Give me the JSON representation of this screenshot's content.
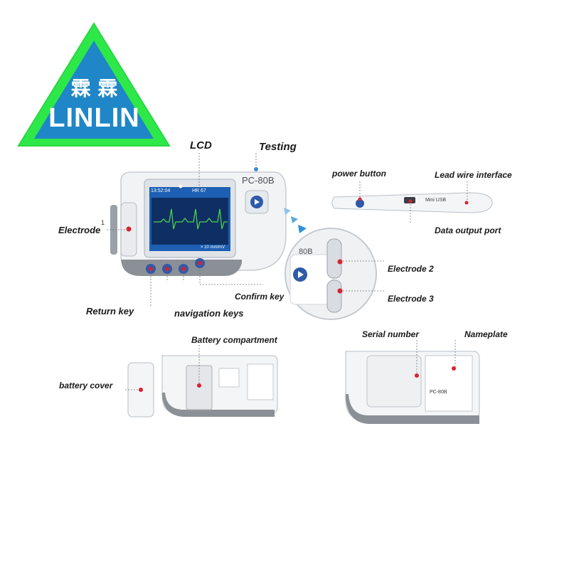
{
  "logo": {
    "chinese": "霖 霖",
    "brand": "LINLIN"
  },
  "device": {
    "model": "PC-80B",
    "screen_time": "13:52:04",
    "screen_hr": "HR 67",
    "screen_bottom": "× 10 mm/mV",
    "usb_label": "Mini USB",
    "nameplate_model": "PC-80B"
  },
  "labels": {
    "lcd": "LCD",
    "testing": "Testing",
    "electrode": "Electrode",
    "electrode_num": "1",
    "return_key": "Return key",
    "navigation_keys": "navigation keys",
    "confirm_key": "Confirm key",
    "power_button": "power button",
    "lead_wire": "Lead wire interface",
    "data_output": "Data output port",
    "electrode2": "Electrode 2",
    "electrode3": "Electrode 3",
    "battery_compartment": "Battery compartment",
    "battery_cover": "battery cover",
    "serial_number": "Serial number",
    "nameplate": "Nameplate"
  },
  "colors": {
    "logo_green": "#2ee84a",
    "logo_blue": "#1f86c8",
    "device_shell": "#f2f3f5",
    "device_grey": "#8b9096",
    "screen_blue": "#1d5fb3",
    "ecg_green": "#4cd24c",
    "marker_red": "#d9202e",
    "button_blue": "#2f5aa8"
  }
}
